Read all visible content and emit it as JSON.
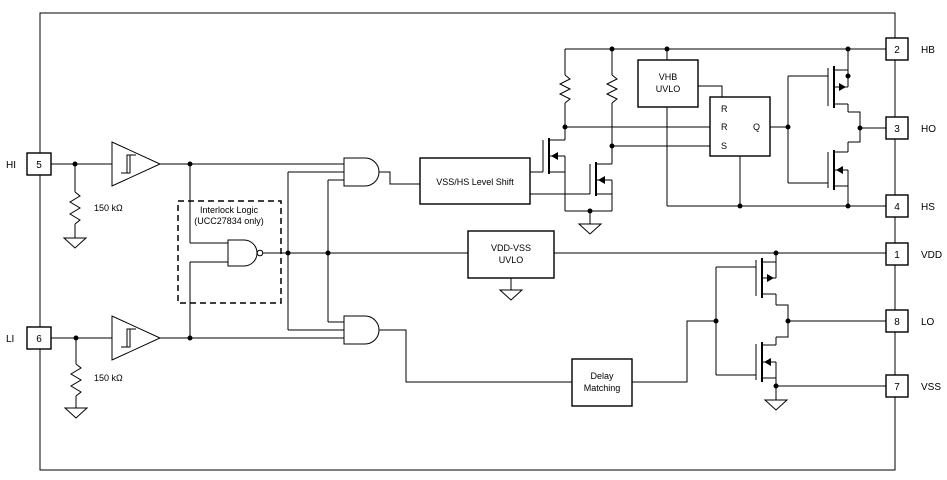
{
  "pins": [
    {
      "number": "5",
      "name": "HI"
    },
    {
      "number": "6",
      "name": "LI"
    },
    {
      "number": "2",
      "name": "HB"
    },
    {
      "number": "3",
      "name": "HO"
    },
    {
      "number": "4",
      "name": "HS"
    },
    {
      "number": "1",
      "name": "VDD"
    },
    {
      "number": "8",
      "name": "LO"
    },
    {
      "number": "7",
      "name": "VSS"
    }
  ],
  "resistors": [
    {
      "value": "150 kΩ"
    },
    {
      "value": "150 kΩ"
    }
  ],
  "blocks": {
    "interlock_line1": "Interlock Logic",
    "interlock_line2": "(UCC27834 only)",
    "level_shift": "VSS/HS Level Shift",
    "vdd_uvlo_line1": "VDD-VSS",
    "vdd_uvlo_line2": "UVLO",
    "vhb_uvlo_line1": "VHB",
    "vhb_uvlo_line2": "UVLO",
    "delay_line1": "Delay",
    "delay_line2": "Matching"
  },
  "latch": {
    "r1": "R",
    "r2": "R",
    "s": "S",
    "q": "Q"
  }
}
